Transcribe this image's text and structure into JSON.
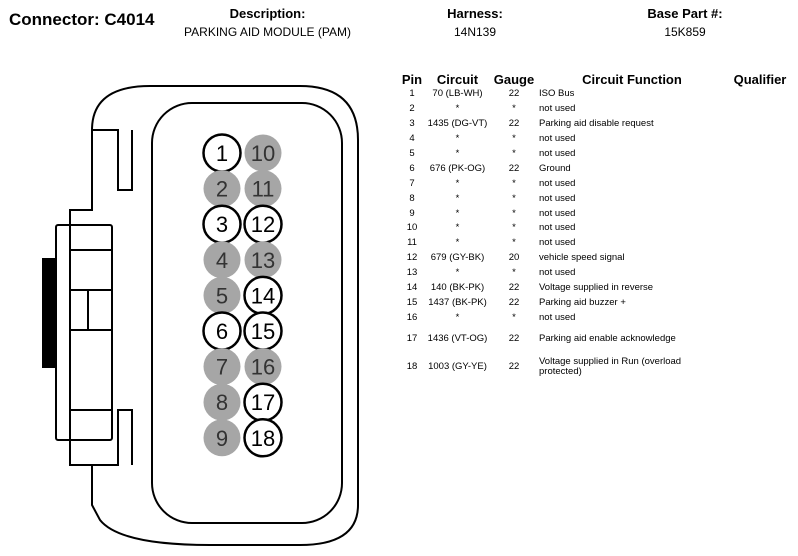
{
  "connector": {
    "title": "Connector: C4014",
    "description_label": "Description:",
    "description_value": "PARKING AID MODULE (PAM)",
    "harness_label": "Harness:",
    "harness_value": "14N139",
    "basepart_label": "Base Part #:",
    "basepart_value": "15K859"
  },
  "pin_cavities": [
    {
      "num": "1",
      "populated": true
    },
    {
      "num": "2",
      "populated": false
    },
    {
      "num": "3",
      "populated": true
    },
    {
      "num": "4",
      "populated": false
    },
    {
      "num": "5",
      "populated": false
    },
    {
      "num": "6",
      "populated": true
    },
    {
      "num": "7",
      "populated": false
    },
    {
      "num": "8",
      "populated": false
    },
    {
      "num": "9",
      "populated": false
    },
    {
      "num": "10",
      "populated": false
    },
    {
      "num": "11",
      "populated": false
    },
    {
      "num": "12",
      "populated": true
    },
    {
      "num": "13",
      "populated": false
    },
    {
      "num": "14",
      "populated": true
    },
    {
      "num": "15",
      "populated": true
    },
    {
      "num": "16",
      "populated": false
    },
    {
      "num": "17",
      "populated": true
    },
    {
      "num": "18",
      "populated": true
    }
  ],
  "colors": {
    "populated_fill": "#ffffff",
    "empty_fill": "#a6a6a6",
    "outline": "#000000"
  },
  "table": {
    "headers": {
      "pin": "Pin",
      "circuit": "Circuit",
      "gauge": "Gauge",
      "function": "Circuit Function",
      "qualifier": "Qualifier"
    },
    "rows": [
      {
        "pin": "1",
        "circuit": "70 (LB-WH)",
        "gauge": "22",
        "function": "ISO Bus"
      },
      {
        "pin": "2",
        "circuit": "*",
        "gauge": "*",
        "function": "not used"
      },
      {
        "pin": "3",
        "circuit": "1435 (DG-VT)",
        "gauge": "22",
        "function": "Parking aid disable request"
      },
      {
        "pin": "4",
        "circuit": "*",
        "gauge": "*",
        "function": "not used"
      },
      {
        "pin": "5",
        "circuit": "*",
        "gauge": "*",
        "function": "not used"
      },
      {
        "pin": "6",
        "circuit": "676 (PK-OG)",
        "gauge": "22",
        "function": "Ground"
      },
      {
        "pin": "7",
        "circuit": "*",
        "gauge": "*",
        "function": "not used"
      },
      {
        "pin": "8",
        "circuit": "*",
        "gauge": "*",
        "function": "not used"
      },
      {
        "pin": "9",
        "circuit": "*",
        "gauge": "*",
        "function": "not used"
      },
      {
        "pin": "10",
        "circuit": "*",
        "gauge": "*",
        "function": "not used"
      },
      {
        "pin": "11",
        "circuit": "*",
        "gauge": "*",
        "function": "not used"
      },
      {
        "pin": "12",
        "circuit": "679 (GY-BK)",
        "gauge": "20",
        "function": "vehicle speed signal"
      },
      {
        "pin": "13",
        "circuit": "*",
        "gauge": "*",
        "function": "not used"
      },
      {
        "pin": "14",
        "circuit": "140 (BK-PK)",
        "gauge": "22",
        "function": "Voltage supplied in reverse"
      },
      {
        "pin": "15",
        "circuit": "1437 (BK-PK)",
        "gauge": "22",
        "function": "Parking aid buzzer +"
      },
      {
        "pin": "16",
        "circuit": "*",
        "gauge": "*",
        "function": "not used"
      },
      {
        "pin": "17",
        "circuit": "1436 (VT-OG)",
        "gauge": "22",
        "function": "Parking aid enable acknowledge"
      },
      {
        "pin": "18",
        "circuit": "1003 (GY-YE)",
        "gauge": "22",
        "function": "Voltage supplied in Run (overload protected)"
      }
    ]
  }
}
